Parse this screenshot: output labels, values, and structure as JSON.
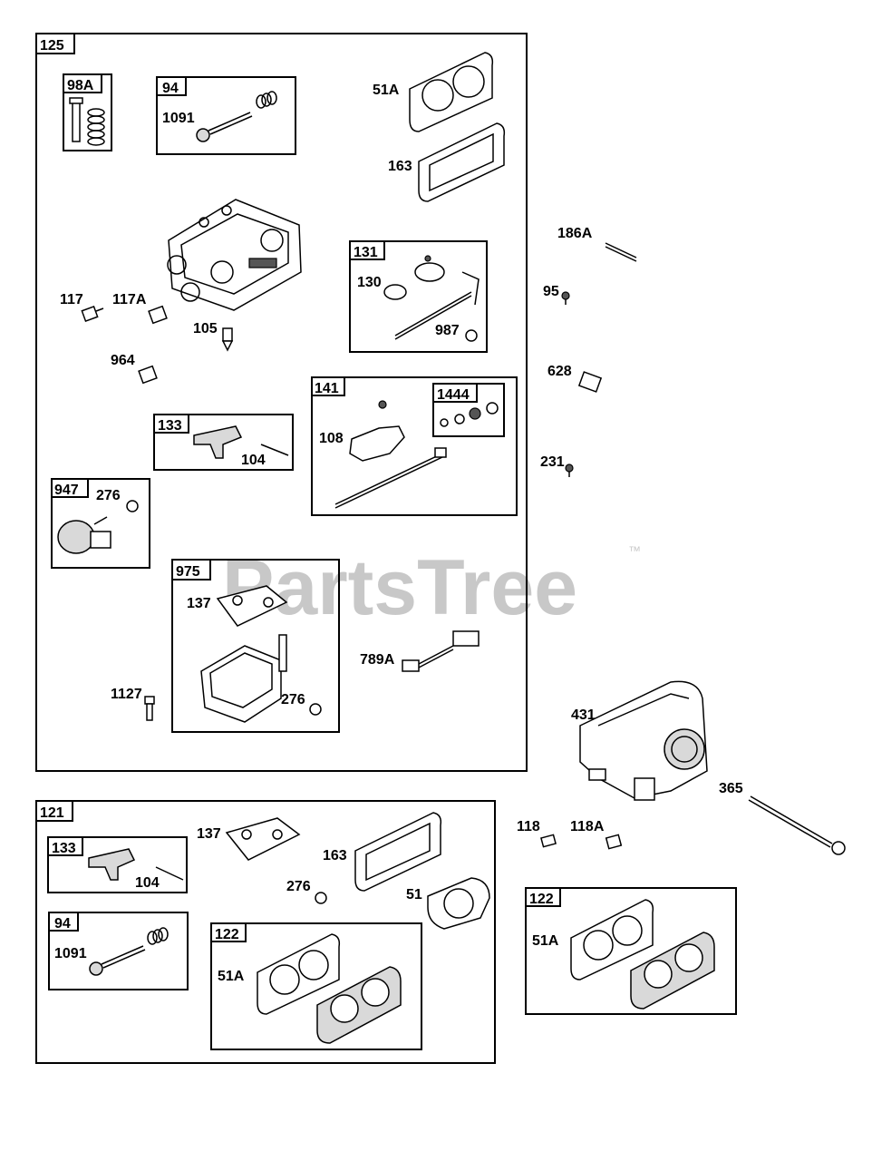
{
  "watermark": {
    "text": "PartsTree",
    "tm": "™"
  },
  "groups": {
    "g125": "125",
    "g98A": "98A",
    "g94a": "94",
    "g131": "131",
    "g133a": "133",
    "g141": "141",
    "g1444": "1444",
    "g947": "947",
    "g975": "975",
    "g121": "121",
    "g133b": "133",
    "g94b": "94",
    "g122a": "122",
    "g122b": "122"
  },
  "labels": {
    "p1091a": "1091",
    "p51Aa": "51A",
    "p163a": "163",
    "p186A": "186A",
    "p130": "130",
    "p987": "987",
    "p95": "95",
    "p117": "117",
    "p117A": "117A",
    "p105": "105",
    "p964": "964",
    "p628": "628",
    "p104a": "104",
    "p108": "108",
    "p231": "231",
    "p276a": "276",
    "p137a": "137",
    "p789A": "789A",
    "p1127": "1127",
    "p276b": "276",
    "p431": "431",
    "p365": "365",
    "p118": "118",
    "p118A": "118A",
    "p137b": "137",
    "p104b": "104",
    "p163b": "163",
    "p276c": "276",
    "p51": "51",
    "p1091b": "1091",
    "p51Ab": "51A",
    "p51Ac": "51A"
  }
}
